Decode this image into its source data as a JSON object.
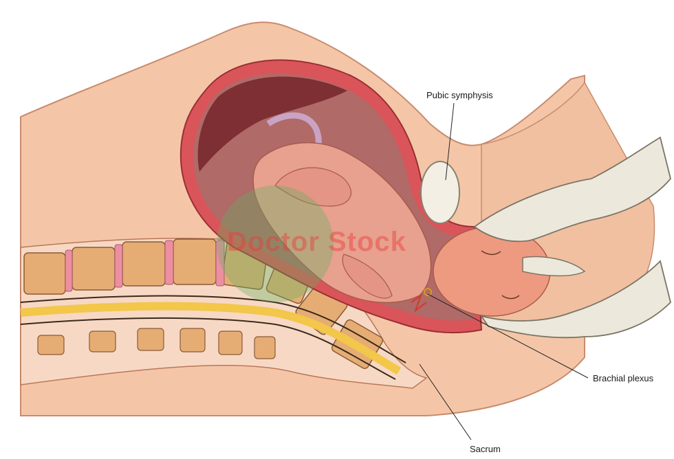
{
  "labels": {
    "pubic_symphysis": "Pubic symphysis",
    "brachial_plexus": "Brachial plexus",
    "sacrum": "Sacrum"
  },
  "watermark": "Doctor Stock",
  "colors": {
    "skin": "#f4c6a7",
    "uterus_wall": "#d9555a",
    "uterus_inner": "#a85a5a",
    "placenta": "#7d2f33",
    "fetus": "#e8a08f",
    "bone": "#e5ad74",
    "disc": "#ec8fa0",
    "spinal_cord": "#f2c74a",
    "glove": "#ece8dc",
    "watermark_green": "#5fb35f"
  }
}
